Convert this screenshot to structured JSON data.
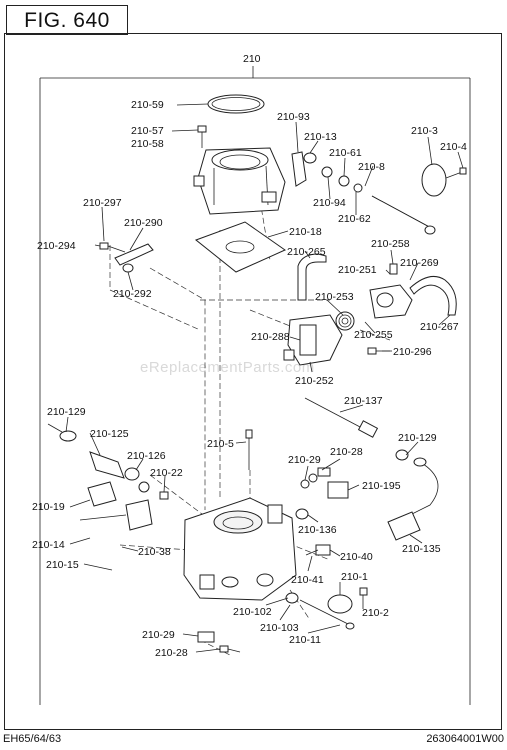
{
  "figure_title": "FIG. 640",
  "watermark": "eReplacementParts.com",
  "footer": {
    "model": "EH65/64/63",
    "part_number": "263064001W00"
  },
  "callouts": [
    "210",
    "210-59",
    "210-57",
    "210-58",
    "210-93",
    "210-13",
    "210-61",
    "210-8",
    "210-3",
    "210-4",
    "210-94",
    "210-62",
    "210-297",
    "210-290",
    "210-18",
    "210-294",
    "210-265",
    "210-258",
    "210-251",
    "210-269",
    "210-292",
    "210-253",
    "210-288",
    "210-255",
    "210-267",
    "210-296",
    "210-252",
    "210-137",
    "210-129",
    "210-125",
    "210-129",
    "210-126",
    "210-22",
    "210-5",
    "210-29",
    "210-28",
    "210-195",
    "210-19",
    "210-136",
    "210-135",
    "210-14",
    "210-38",
    "210-40",
    "210-15",
    "210-41",
    "210-1",
    "210-102",
    "210-2",
    "210-103",
    "210-11",
    "210-29",
    "210-28"
  ]
}
